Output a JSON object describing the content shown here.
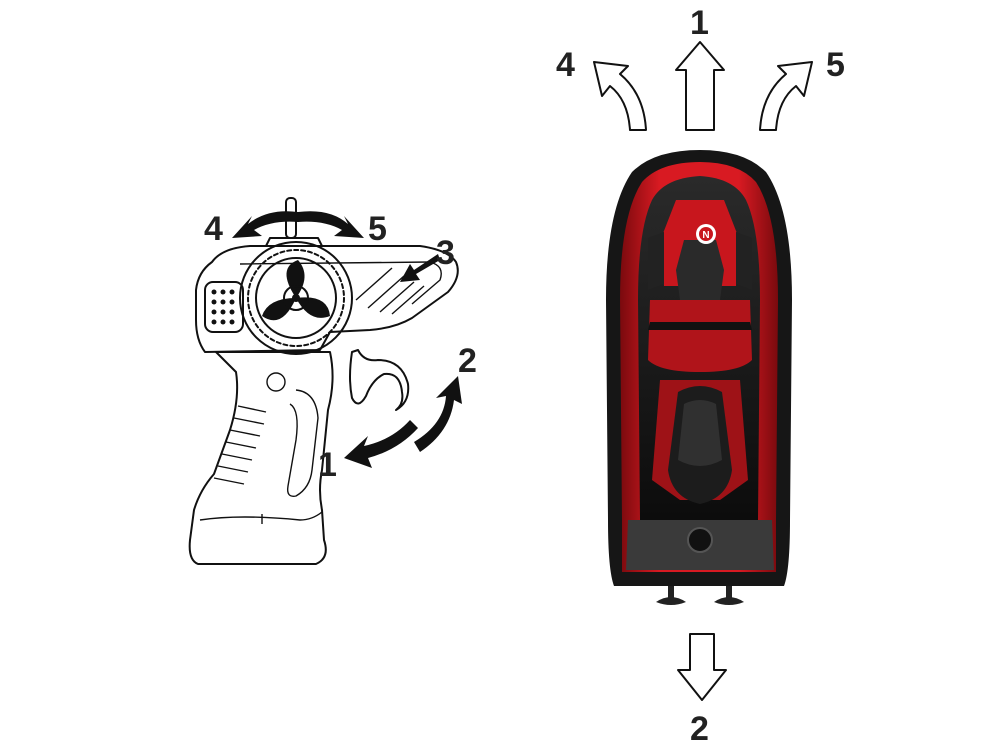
{
  "controller": {
    "labels": {
      "steer_left": "4",
      "steer_right": "5",
      "button": "3",
      "forward": "1",
      "reverse": "2"
    }
  },
  "boat": {
    "labels": {
      "forward": "1",
      "reverse": "2",
      "turn_left": "4",
      "turn_right": "5"
    },
    "logo": "N",
    "colors": {
      "hull_red": "#c8161d",
      "deck_black": "#151515",
      "seat_grey": "#3a3a3a"
    }
  }
}
